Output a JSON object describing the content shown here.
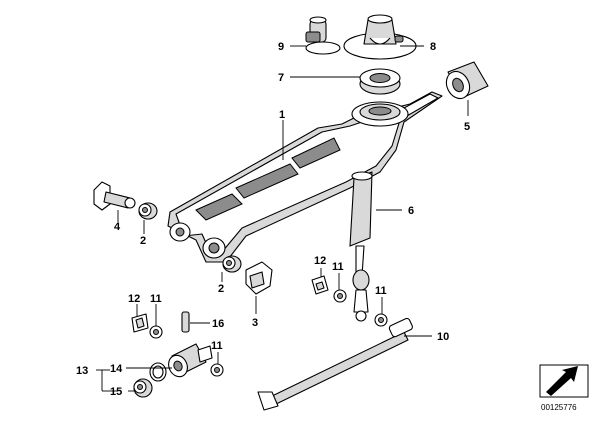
{
  "callouts": {
    "c1": "1",
    "c2a": "2",
    "c2b": "2",
    "c3": "3",
    "c4": "4",
    "c5": "5",
    "c6": "6",
    "c7": "7",
    "c8": "8",
    "c9": "9",
    "c10": "10",
    "c11a": "11",
    "c11b": "11",
    "c11c": "11",
    "c11d": "11",
    "c12a": "12",
    "c12b": "12",
    "c13": "13",
    "c14": "14",
    "c15": "15",
    "c16": "16"
  },
  "reference_number": "00125776",
  "colors": {
    "line": "#000000",
    "fill": "#ffffff",
    "shade": "#d9d9d9"
  }
}
